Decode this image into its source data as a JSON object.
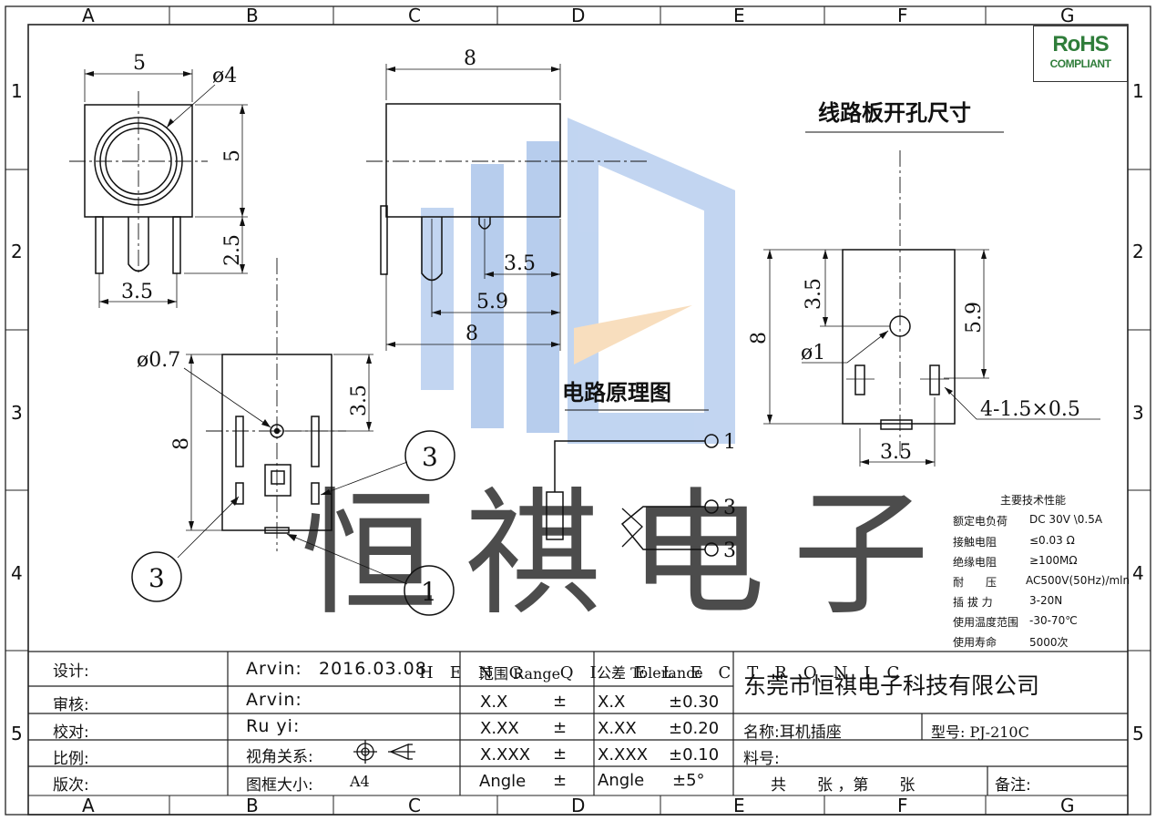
{
  "grid": {
    "cols": [
      "A",
      "B",
      "C",
      "D",
      "E",
      "F",
      "G"
    ],
    "rows": [
      "1",
      "2",
      "3",
      "4",
      "5"
    ]
  },
  "rohs": {
    "line1": "RoHS",
    "line2": "COMPLIANT"
  },
  "dims": {
    "front_width": "5",
    "front_dia": "ø4",
    "front_height": "5",
    "pin_len": "2.5",
    "pin_pitch": "3.5",
    "side_width": "8",
    "side_a": "3.5",
    "side_b": "5.9",
    "side_c": "8",
    "bottom_hole": "ø0.7",
    "bottom_h": "8",
    "bottom_a": "3.5",
    "pcb_h": "8",
    "pcb_a": "3.5",
    "pcb_b": "5.9",
    "pcb_hole": "ø1",
    "pcb_slot": "4-1.5×0.5",
    "pcb_pitch": "3.5"
  },
  "balloons": {
    "left": "3",
    "right": "3",
    "bottom": "1"
  },
  "titles": {
    "pcb": "线路板开孔尺寸",
    "circuit": "电路原理图"
  },
  "circuit": {
    "pin1": "1",
    "pin3a": "3",
    "pin3b": "3"
  },
  "watermark": {
    "text": "恒祺电子",
    "sub": "HENG QI ELECTRONIC"
  },
  "specs": {
    "title": "主要技术性能",
    "rows": [
      {
        "k": "额定电负荷",
        "v": "DC 30V \\0.5A"
      },
      {
        "k": "接触电阻",
        "v": "≤0.03 Ω"
      },
      {
        "k": "绝缘电阻",
        "v": "≥100MΩ"
      },
      {
        "k": "耐　　压",
        "v": "AC500V(50Hz)/mln"
      },
      {
        "k": "插 拔 力",
        "v": "3-20N"
      },
      {
        "k": "使用温度范围",
        "v": "-30-70℃"
      },
      {
        "k": "使用寿命",
        "v": "5000次"
      }
    ]
  },
  "titleblock": {
    "labels": [
      "设计:",
      "审核:",
      "校对:",
      "比例:",
      "版次:"
    ],
    "design": "Arvin:",
    "design_date": "2016.03.08",
    "review": "Arvin:",
    "check": "Ru yi:",
    "view_label": "视角关系:",
    "frame_label": "图框大小:",
    "frame_value": "A4",
    "range_header": "范围 Range",
    "tol_header": "公差 Tolerance",
    "range_rows": [
      {
        "r": "X.X",
        "s": "±",
        "t": "X.X",
        "v": "±0.30"
      },
      {
        "r": "X.XX",
        "s": "±",
        "t": "X.XX",
        "v": "±0.20"
      },
      {
        "r": "X.XXX",
        "s": "±",
        "t": "X.XXX",
        "v": "±0.10"
      },
      {
        "r": "Angle",
        "s": "±",
        "t": "Angle",
        "v": "±5°"
      }
    ],
    "company": "东莞市恒祺电子科技有限公司",
    "name": "名称:耳机插座",
    "model": "型号: PJ-210C",
    "material": "料号:",
    "sheet": "共　　张 ，第　　张",
    "remark": "备注:"
  }
}
